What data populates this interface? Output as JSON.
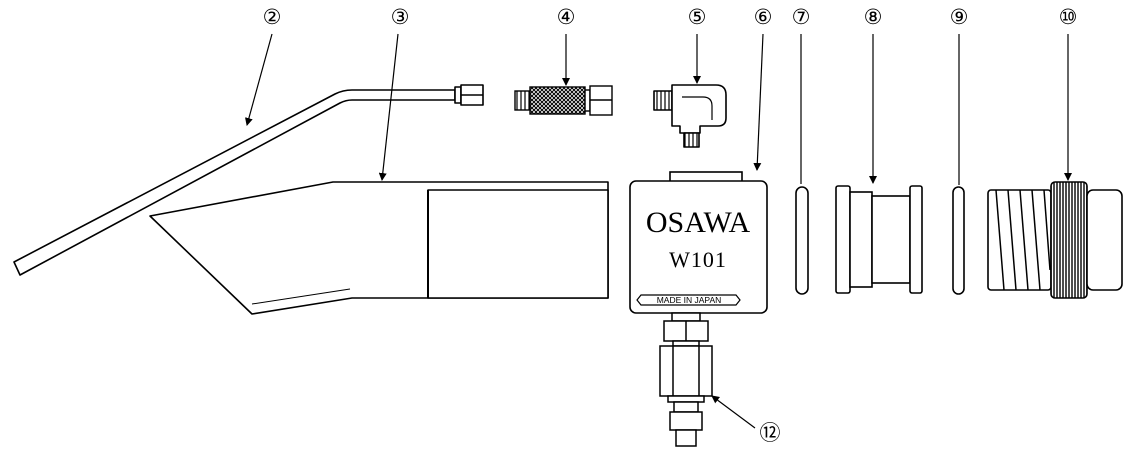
{
  "callouts": {
    "c2": "②",
    "c3": "③",
    "c4": "④",
    "c5": "⑤",
    "c6": "⑥",
    "c7": "⑦",
    "c8": "⑧",
    "c9": "⑨",
    "c10": "⑩",
    "c12": "⑫"
  },
  "body_marking": {
    "brand": "OSAWA",
    "model": "W101",
    "origin": "MADE IN JAPAN"
  }
}
